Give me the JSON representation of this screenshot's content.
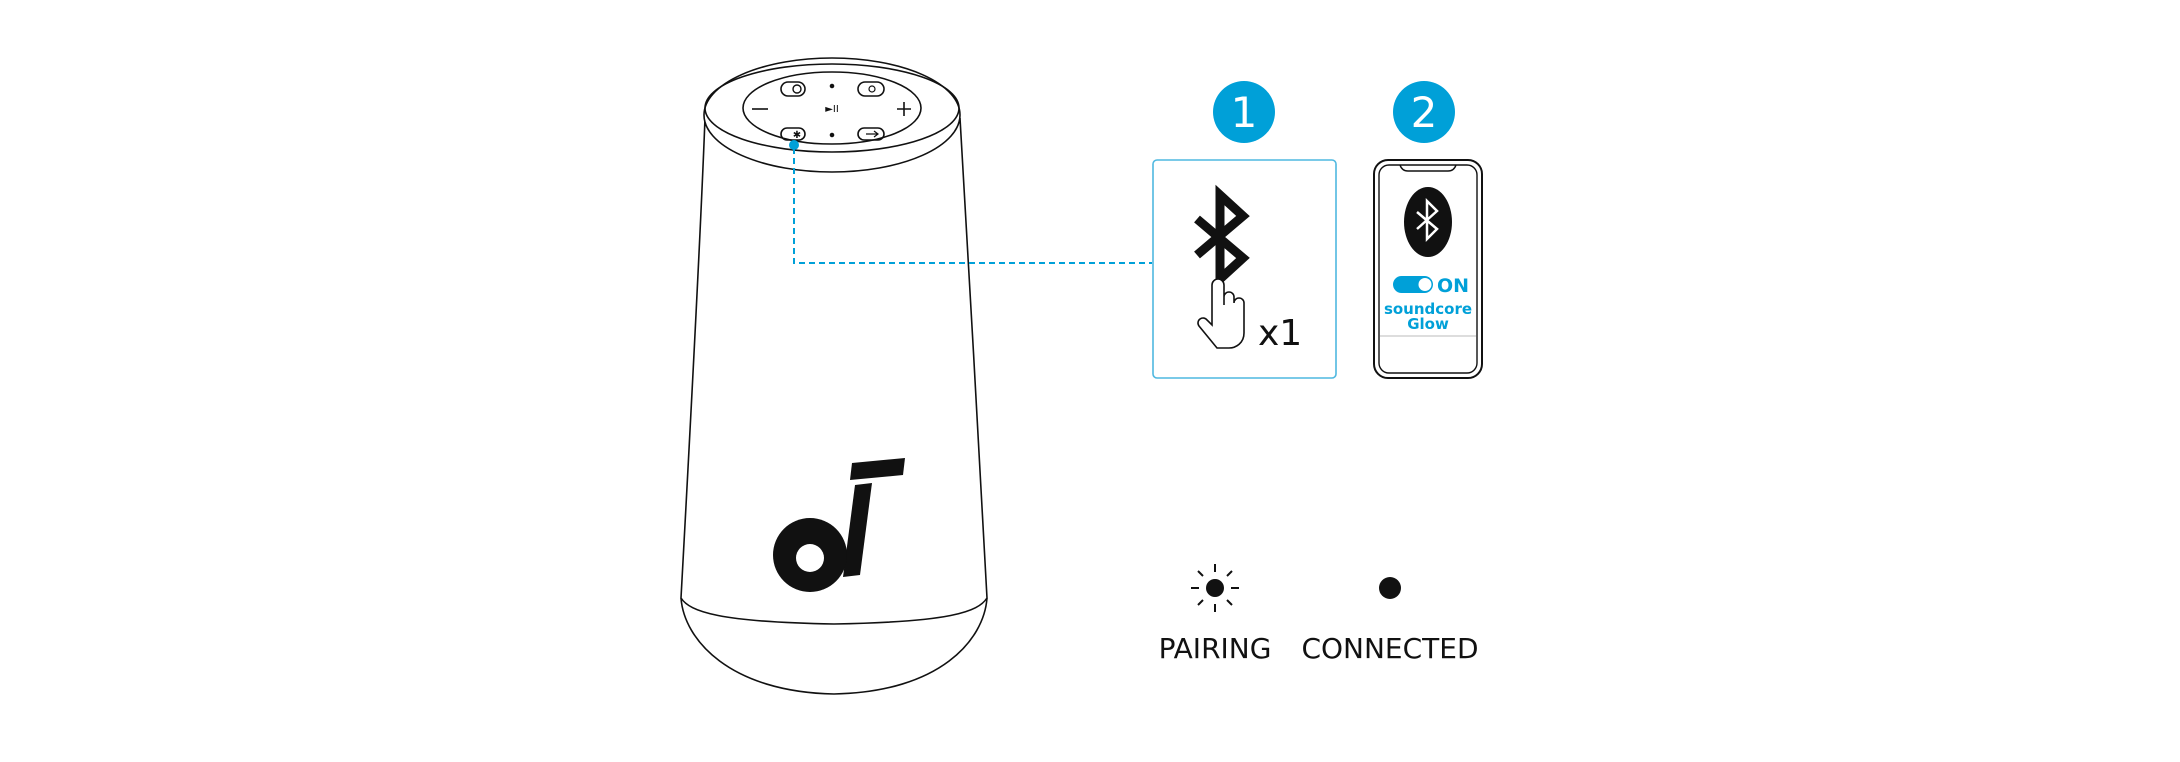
{
  "colors": {
    "accent": "#00a0d8",
    "ink": "#111111"
  },
  "speaker": {
    "buttons": [
      "power-icon",
      "light-icon",
      "volume-down-icon",
      "play-pause-icon",
      "volume-up-icon",
      "bluetooth-icon",
      "partycast-icon"
    ],
    "play_label": "►II"
  },
  "steps": [
    {
      "number": "1",
      "press_count": "x1"
    },
    {
      "number": "2",
      "toggle_label": "ON",
      "device_name_line1": "soundcore",
      "device_name_line2": "Glow"
    }
  ],
  "legend": {
    "pairing": "PAIRING",
    "connected": "CONNECTED"
  }
}
